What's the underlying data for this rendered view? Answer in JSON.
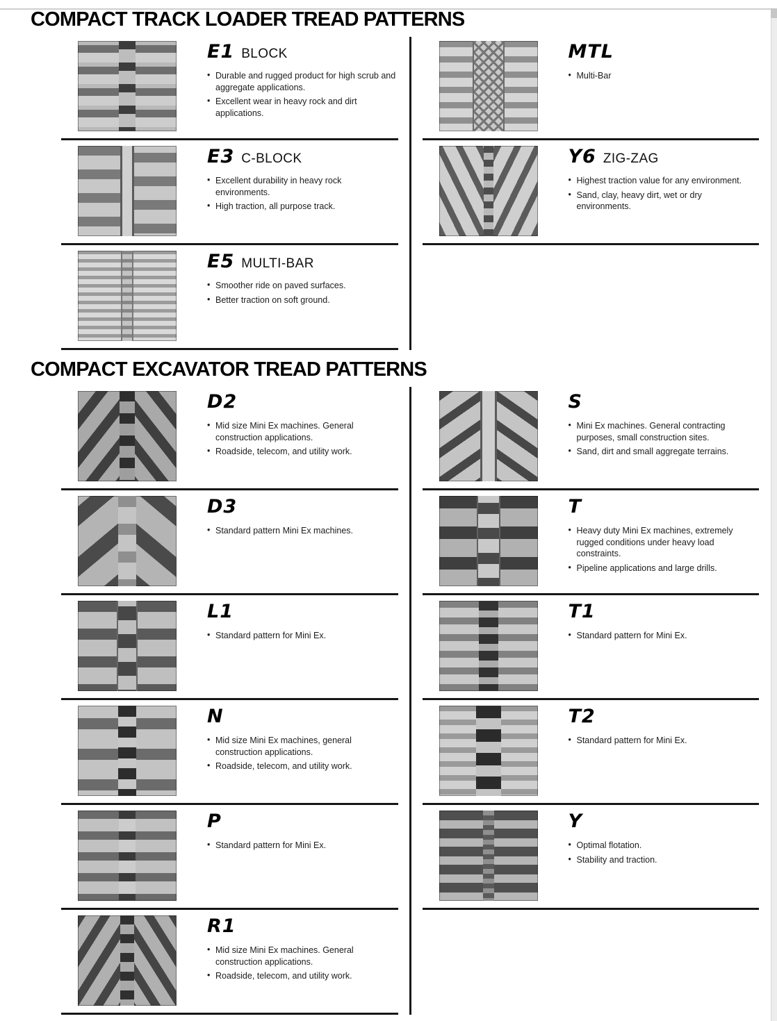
{
  "sections": [
    {
      "title": "COMPACT TRACK LOADER TREAD PATTERNS",
      "columns": [
        {
          "items": [
            {
              "code": "E1",
              "name": "BLOCK",
              "bullets": [
                "Durable and rugged product for high scrub and aggregate applications.",
                "Excellent wear in heavy rock and dirt applications."
              ]
            },
            {
              "code": "E3",
              "name": "C-BLOCK",
              "bullets": [
                "Excellent durability in heavy rock environments.",
                "High traction, all purpose track."
              ]
            },
            {
              "code": "E5",
              "name": "MULTI-BAR",
              "bullets": [
                "Smoother ride on paved surfaces.",
                "Better traction on soft ground."
              ]
            }
          ]
        },
        {
          "items": [
            {
              "code": "MTL",
              "bullets": [
                "Multi-Bar"
              ]
            },
            {
              "code": "Y6",
              "name": "ZIG-ZAG",
              "bullets": [
                "Highest traction value for any environment.",
                "Sand, clay, heavy dirt, wet or dry environments."
              ]
            }
          ]
        }
      ]
    },
    {
      "title": "COMPACT EXCAVATOR TREAD PATTERNS",
      "columns": [
        {
          "items": [
            {
              "code": "D2",
              "bullets": [
                "Mid size Mini Ex machines. General construction applications.",
                "Roadside, telecom, and utility work."
              ]
            },
            {
              "code": "D3",
              "bullets": [
                "Standard pattern Mini Ex machines."
              ]
            },
            {
              "code": "L1",
              "bullets": [
                "Standard pattern for Mini Ex."
              ]
            },
            {
              "code": "N",
              "bullets": [
                "Mid size Mini Ex machines, general construction applications.",
                "Roadside, telecom, and utility work."
              ]
            },
            {
              "code": "P",
              "bullets": [
                "Standard pattern for Mini Ex."
              ]
            },
            {
              "code": "R1",
              "bullets": [
                "Mid size Mini Ex machines. General construction applications.",
                "Roadside, telecom, and utility work."
              ]
            }
          ]
        },
        {
          "items": [
            {
              "code": "S",
              "bullets": [
                "Mini Ex machines. General contracting purposes, small construction sites.",
                "Sand, dirt and small aggregate terrains."
              ]
            },
            {
              "code": "T",
              "bullets": [
                "Heavy duty Mini Ex machines, extremely rugged conditions under heavy load constraints.",
                "Pipeline applications and large drills."
              ]
            },
            {
              "code": "T1",
              "bullets": [
                "Standard pattern for Mini Ex."
              ]
            },
            {
              "code": "T2",
              "bullets": [
                "Standard pattern for Mini Ex."
              ]
            },
            {
              "code": "Y",
              "bullets": [
                "Optimal flotation.",
                "Stability and traction."
              ]
            }
          ]
        }
      ]
    }
  ]
}
